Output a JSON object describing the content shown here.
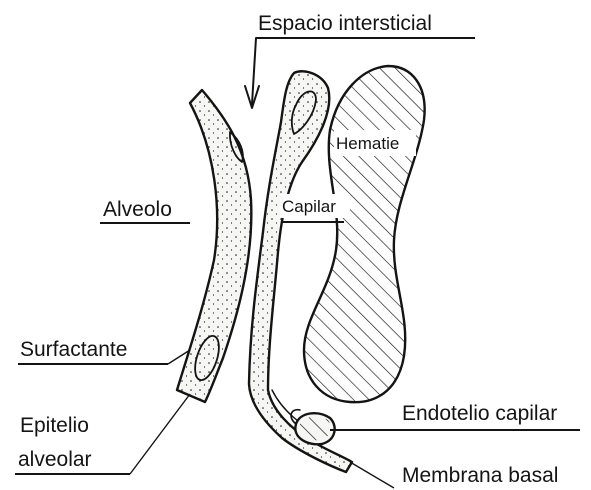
{
  "diagram": {
    "labels": {
      "espacio_intersticial": "Espacio intersticial",
      "alveolo": "Alveolo",
      "capilar": "Capilar",
      "hematie": "Hematie",
      "surfactante": "Surfactante",
      "epitelio_alveolar_line1": "Epitelio",
      "epitelio_alveolar_line2": "alveolar",
      "endotelio_capilar": "Endotelio capilar",
      "membrana_basal": "Membrana basal"
    },
    "colors": {
      "ink": "#141414",
      "background": "#ffffff"
    }
  }
}
